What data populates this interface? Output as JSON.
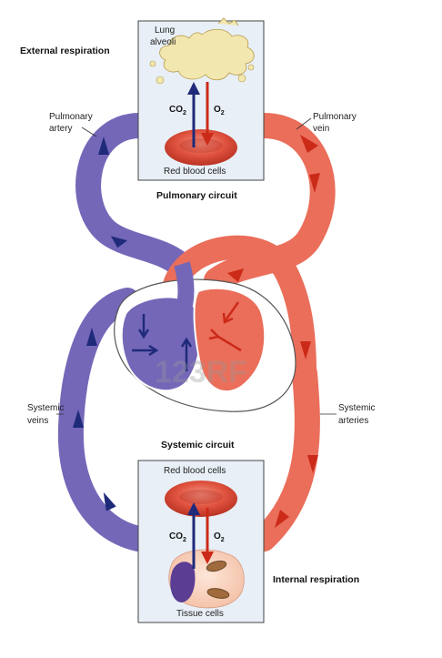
{
  "labels": {
    "external_respiration": "External respiration",
    "lung_alveoli_line1": "Lung",
    "lung_alveoli_line2": "alveoli",
    "pulmonary_artery_line1": "Pulmonary",
    "pulmonary_artery_line2": "artery",
    "pulmonary_vein_line1": "Pulmonary",
    "pulmonary_vein_line2": "vein",
    "red_blood_cells_top": "Red blood cells",
    "pulmonary_circuit": "Pulmonary circuit",
    "systemic_veins_line1": "Systemic",
    "systemic_veins_line2": "veins",
    "systemic_arteries_line1": "Systemic",
    "systemic_arteries_line2": "arteries",
    "systemic_circuit": "Systemic circuit",
    "red_blood_cells_bottom": "Red blood cells",
    "internal_respiration": "Internal respiration",
    "tissue_cells": "Tissue cells"
  },
  "gases": {
    "co2": "CO",
    "co2_sub": "2",
    "o2": "O",
    "o2_sub": "2"
  },
  "watermark": "123RF",
  "colors": {
    "deoxygenated": "#7467b8",
    "oxygenated": "#ea6e5a",
    "arrow_blue": "#1f2a7a",
    "arrow_red": "#cc2a18",
    "rbc": "#d94a38",
    "alveoli": "#f3e7b0",
    "box_fill": "#e8eff6"
  }
}
